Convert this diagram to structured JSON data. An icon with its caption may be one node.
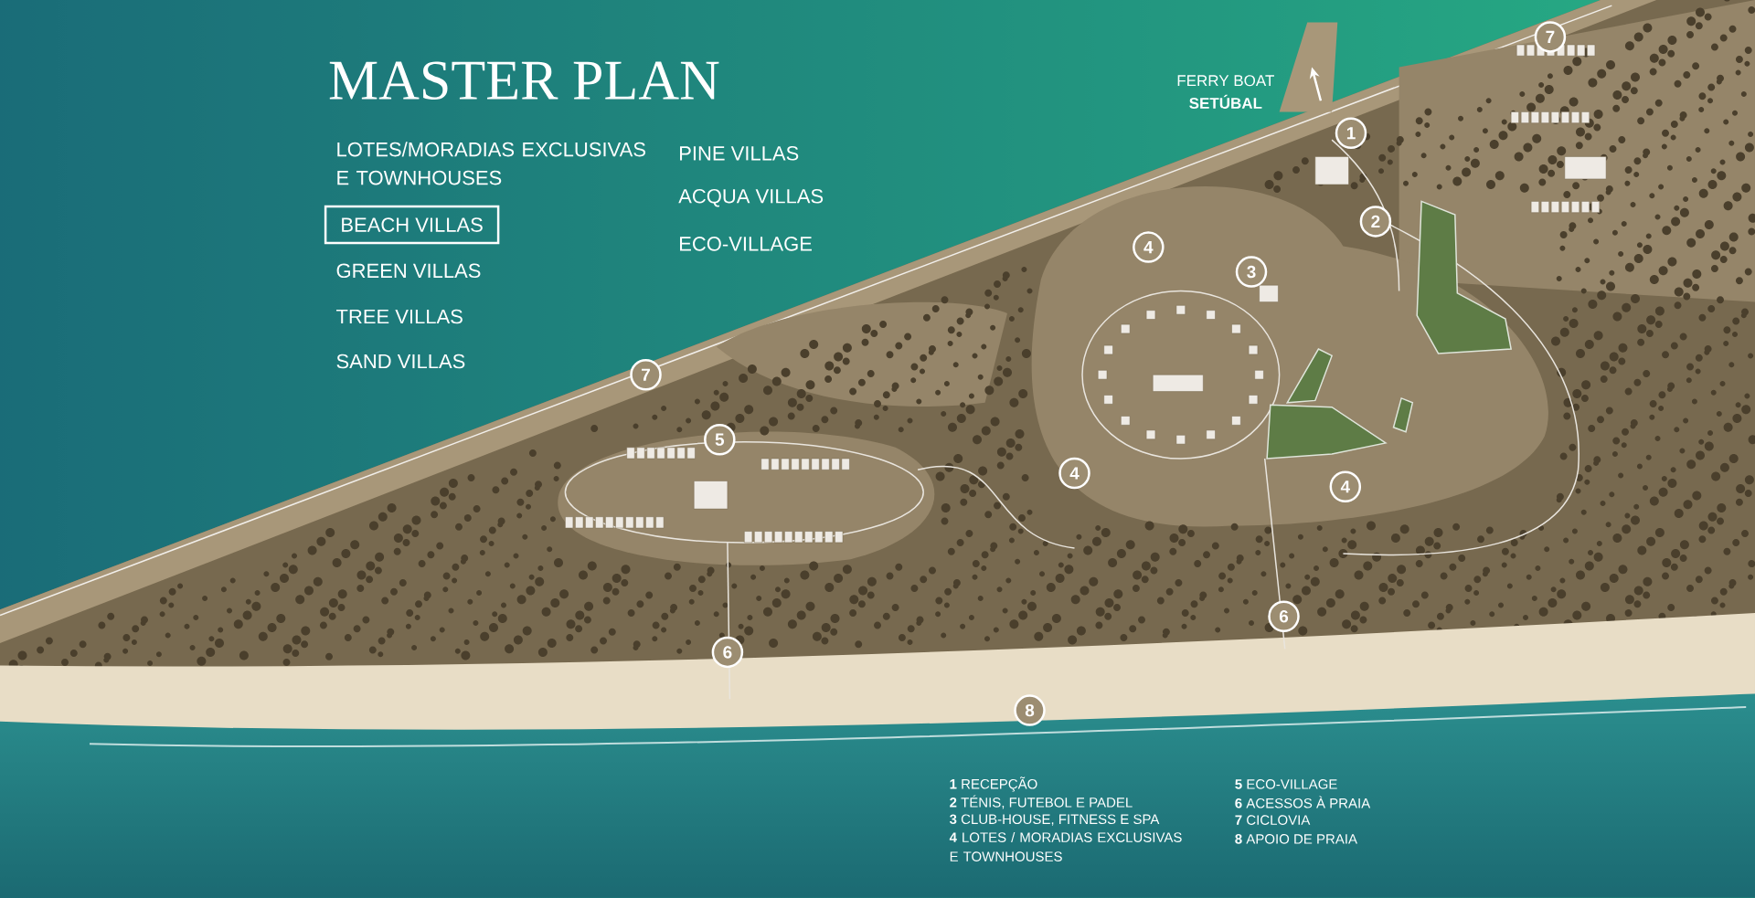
{
  "diagram": {
    "title": "MASTER PLAN",
    "nodes": [
      {
        "text": [
          "BEACH VILLAS"
        ]
      },
      {
        "text": [
          "7"
        ]
      },
      {
        "text": [
          "1"
        ]
      },
      {
        "text": [
          "2"
        ]
      },
      {
        "text": [
          "4"
        ]
      },
      {
        "text": [
          "3"
        ]
      },
      {
        "text": [
          "7"
        ]
      },
      {
        "text": [
          "5"
        ]
      },
      {
        "text": [
          "4"
        ]
      },
      {
        "text": [
          "4"
        ]
      },
      {
        "text": [
          "6"
        ]
      },
      {
        "text": [
          "6"
        ]
      },
      {
        "text": [
          "8"
        ]
      }
    ],
    "labels": [
      "LOTES/MORADIAS EXCLUSIVAS E TOWNHOUSES",
      "GREEN VILLAS",
      "TREE VILLAS",
      "SAND VILLAS",
      "PINE VILLAS",
      "ACQUA VILLAS",
      "ECO-VILLAGE",
      "FERRY BOAT",
      "SETÚBAL",
      "**1** RECEPÇÃO",
      "**2** TÉNIS, FUTEBOL E PADEL",
      "**3** CLUB-HOUSE, FITNESS E SPA",
      "**4** LOTES / MORADIAS EXCLUSIVAS E TOWNHOUSES",
      "**5** ECO-VILLAGE",
      "**6** ACESSOS À PRAIA",
      "**7** CICLOVIA",
      "**8** APOIO DE PRAIA"
    ]
  }
}
